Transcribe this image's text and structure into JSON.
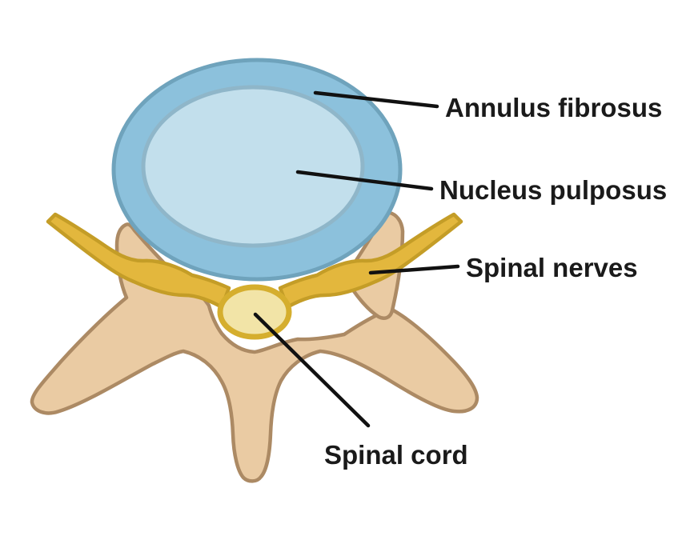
{
  "labels": {
    "annulus": "Annulus fibrosus",
    "nucleus": "Nucleus pulposus",
    "nerves": "Spinal nerves",
    "cord": "Spinal cord"
  },
  "colors": {
    "background": "#ffffff",
    "annulus_fill": "#8CC1DC",
    "annulus_stroke": "#6FA3BC",
    "nucleus_fill": "#C2DFEC",
    "nucleus_stroke": "#8FB6C9",
    "bone_fill": "#EACBA3",
    "bone_stroke": "#AC8A64",
    "nerve_fill": "#E3B73D",
    "nerve_stroke": "#C49D27",
    "cord_fill": "#F2E4A7",
    "cord_stroke": "#D5AE2E",
    "leader_line": "#111111",
    "label_text": "#1a1a1a"
  }
}
